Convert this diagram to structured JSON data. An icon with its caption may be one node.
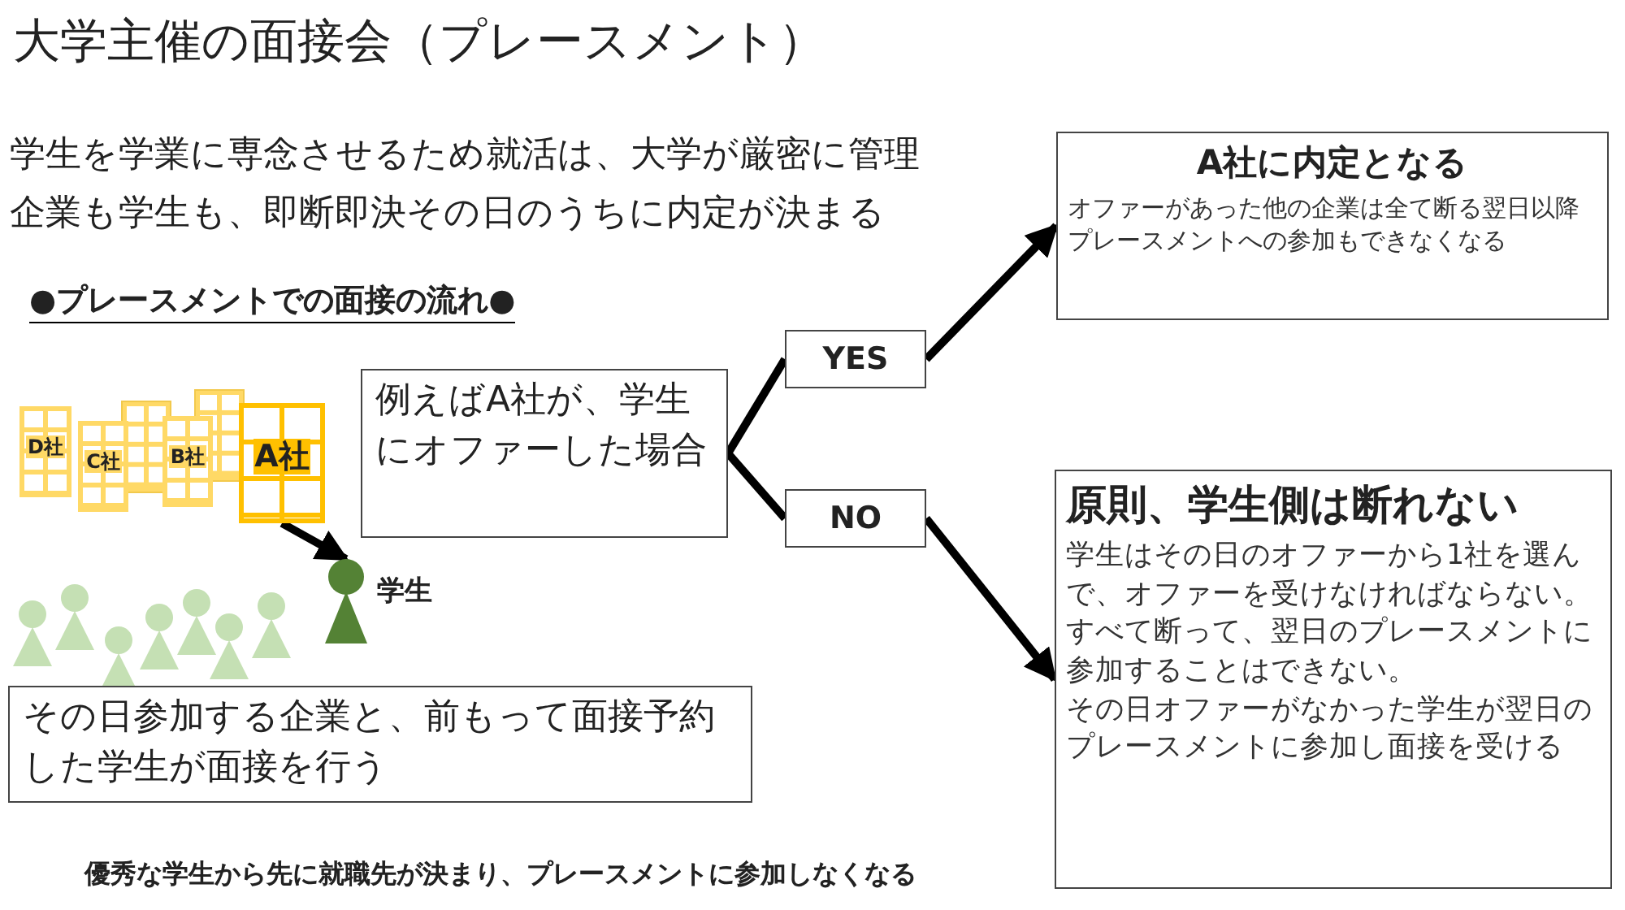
{
  "diagram": {
    "title": "大学主催の面接会（プレースメント）",
    "nodes": [
      {
        "text": [
          "例えばA社が、学生にオファーした場合"
        ]
      },
      {
        "text": [
          "YES"
        ]
      },
      {
        "text": [
          "NO"
        ]
      },
      {
        "text": [
          "A社に内定となる",
          "オファーがあった他の企業は全て断る翌日以降プレースメントへの参加もできなくなる"
        ]
      },
      {
        "text": [
          "原則、学生側は断れない",
          "学生はその日のオファーから1社を選んで、オファーを受けなければならない。すべて断って、翌日のプレースメントに参加することはできない。",
          "その日オファーがなかった学生が翌日のプレースメントに参加し面接を受ける"
        ]
      },
      {
        "text": [
          "D社"
        ]
      },
      {
        "text": [
          "C社"
        ]
      },
      {
        "text": [
          "B社"
        ]
      },
      {
        "text": [
          "A社"
        ]
      },
      {
        "text": [],
        "shape": "person",
        "beside": [
          "学生"
        ]
      },
      {
        "text": [
          "その日参加する企業と、前もって面接予約した学生が面接を行う"
        ]
      }
    ],
    "edges": [
      {
        "from": 0,
        "to": 1,
        "arrow": "none"
      },
      {
        "from": 0,
        "to": 2,
        "arrow": "none"
      },
      {
        "from": 1,
        "to": 3,
        "arrow": "to"
      },
      {
        "from": 2,
        "to": 4,
        "arrow": "to"
      },
      {
        "from": 8,
        "to": 9,
        "arrow": "to"
      }
    ],
    "labels": [
      "学生を学業に専念させるため就活は、大学が厳密に管理",
      "企業も学生も、即断即決その日のうちに内定が決まる",
      "●プレースメントでの面接の流れ●",
      "優秀な学生から先に就職先が決まり、プレースメントに参加しなくなる"
    ]
  }
}
